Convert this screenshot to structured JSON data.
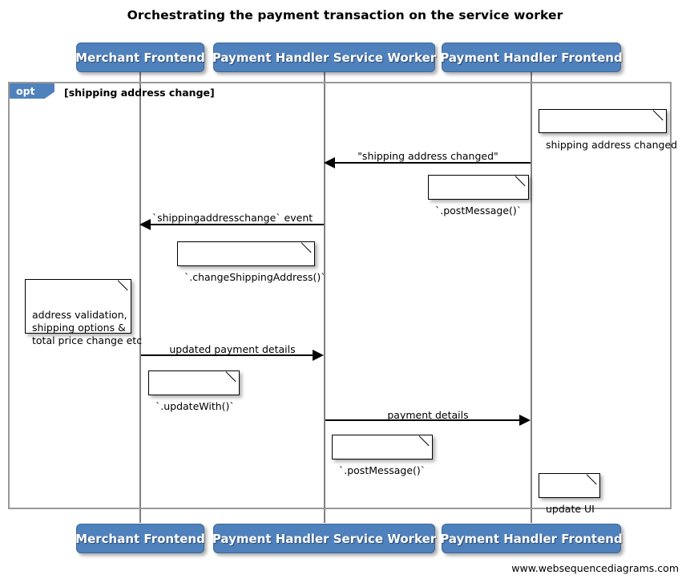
{
  "diagram": {
    "title": "Orchestrating the payment transaction on the service worker",
    "watermark": "www.websequencediagrams.com",
    "accent_color": "#4f81bd",
    "line_color": "#808080",
    "note_fill": "#ffffff",
    "note_border": "#000000"
  },
  "actors": [
    {
      "id": "merchant-frontend",
      "label": "Merchant Frontend"
    },
    {
      "id": "payment-handler-service-worker",
      "label": "Payment Handler Service Worker"
    },
    {
      "id": "payment-handler-frontend",
      "label": "Payment Handler Frontend"
    }
  ],
  "fragment": {
    "type": "opt",
    "tag": "opt",
    "guard": "[shipping address change]"
  },
  "messages": [
    {
      "id": "msg-shipping-address-changed",
      "label": "\"shipping address changed\"",
      "from": "payment-handler-frontend",
      "to": "payment-handler-service-worker",
      "direction": "left"
    },
    {
      "id": "msg-shippingaddresschange-event",
      "label": "`shippingaddresschange` event",
      "from": "payment-handler-service-worker",
      "to": "merchant-frontend",
      "direction": "left"
    },
    {
      "id": "msg-updated-payment-details",
      "label": "updated payment details",
      "from": "merchant-frontend",
      "to": "payment-handler-service-worker",
      "direction": "right"
    },
    {
      "id": "msg-payment-details",
      "label": "payment details",
      "from": "payment-handler-service-worker",
      "to": "payment-handler-frontend",
      "direction": "right"
    }
  ],
  "notes": [
    {
      "id": "note-shipping-address-changed",
      "text": "shipping address changed",
      "actor": "payment-handler-frontend"
    },
    {
      "id": "note-post-message-1",
      "text": "`.postMessage()`",
      "actor": "payment-handler-frontend"
    },
    {
      "id": "note-change-shipping-address",
      "text": "`.changeShippingAddress()`",
      "actor": "payment-handler-service-worker"
    },
    {
      "id": "note-address-validation",
      "text": "address validation,\nshipping options &\ntotal price change etc",
      "actor": "merchant-frontend"
    },
    {
      "id": "note-update-with",
      "text": "`.updateWith()`",
      "actor": "merchant-frontend"
    },
    {
      "id": "note-post-message-2",
      "text": "`.postMessage()`",
      "actor": "payment-handler-service-worker"
    },
    {
      "id": "note-update-ui",
      "text": "update UI",
      "actor": "payment-handler-frontend"
    }
  ]
}
